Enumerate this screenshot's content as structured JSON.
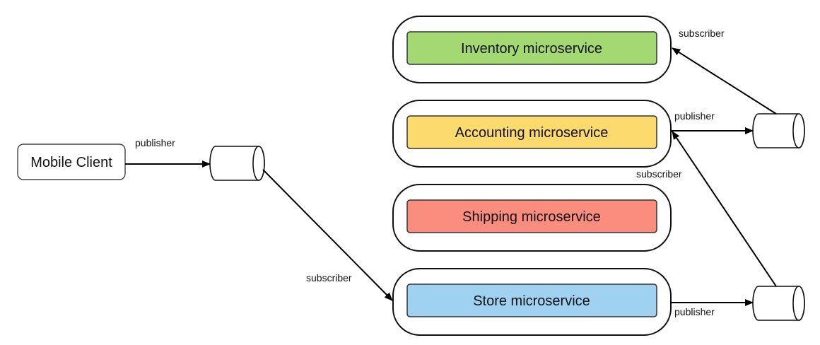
{
  "mobile_client": {
    "label": "Mobile Client"
  },
  "services": {
    "inventory": {
      "label": "Inventory microservice",
      "color": "#a3d873"
    },
    "accounting": {
      "label": "Accounting microservice",
      "color": "#fcda6d"
    },
    "shipping": {
      "label": "Shipping microservice",
      "color": "#fb8d7e"
    },
    "store": {
      "label": "Store microservice",
      "color": "#9fd2f0"
    }
  },
  "edge_labels": {
    "client_publisher": "publisher",
    "store_subscriber": "subscriber",
    "inventory_subscriber": "subscriber",
    "accounting_publisher": "publisher",
    "accounting_subscriber": "subscriber",
    "store_publisher": "publisher"
  }
}
